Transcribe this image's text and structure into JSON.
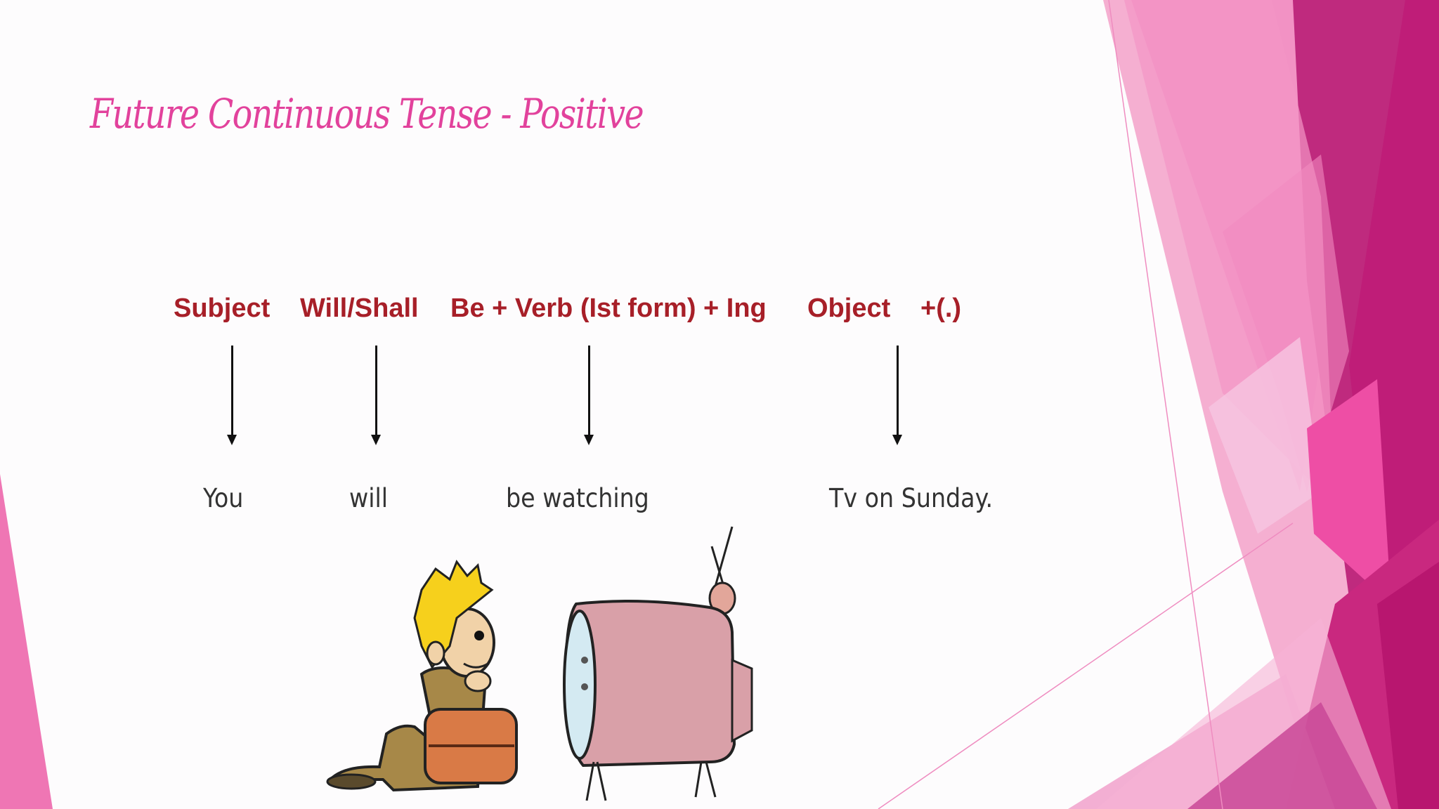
{
  "slide": {
    "title": "Future Continuous Tense - Positive",
    "structure": [
      {
        "label": "Subject",
        "example": "You"
      },
      {
        "label": "Will/Shall",
        "example": "will"
      },
      {
        "label": "Be + Verb (Ist form) + Ing",
        "example": "be watching"
      },
      {
        "label": "Object",
        "example": "Tv on Sunday."
      },
      {
        "label": "+(.)",
        "example": ""
      }
    ],
    "illustration": "boy-watching-tv",
    "colors": {
      "title": "#e2429c",
      "header": "#a71f28",
      "body_text": "#333333",
      "accent_dark": "#b8166f",
      "accent_mid": "#ec4fa6",
      "accent_light": "#f297c6"
    }
  }
}
